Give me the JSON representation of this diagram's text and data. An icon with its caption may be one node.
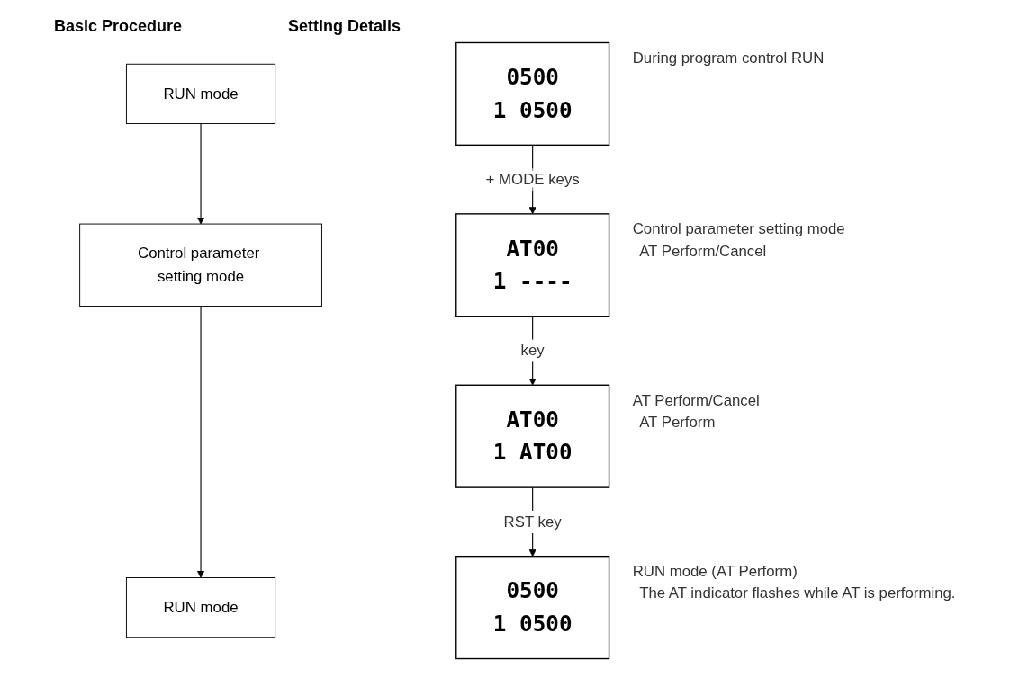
{
  "diagram": {
    "nodes": [
      {
        "text": [
          "RUN mode"
        ]
      },
      {
        "text": [
          "Control parameter setting mode"
        ]
      },
      {
        "text": [
          "RUN mode"
        ]
      },
      {
        "text": [
          "0500",
          "1 0500"
        ],
        "beside": [
          "During program control RUN"
        ]
      },
      {
        "text": [
          "AT00",
          "1 ----"
        ],
        "beside": [
          "Control parameter setting mode",
          "AT Perform/Cancel"
        ]
      },
      {
        "text": [
          "AT00",
          "1 AT00"
        ],
        "beside": [
          "AT Perform/Cancel",
          "AT Perform"
        ]
      },
      {
        "text": [
          "0500",
          "1 0500"
        ],
        "beside": [
          "RUN mode (AT Perform)",
          "The AT indicator flashes while AT is performing."
        ]
      }
    ],
    "edges": [
      {
        "from": 0,
        "to": 1,
        "arrow": "to"
      },
      {
        "from": 1,
        "to": 2,
        "arrow": "to"
      },
      {
        "from": 3,
        "to": 4,
        "arrow": "to",
        "label": "+ MODE keys"
      },
      {
        "from": 4,
        "to": 5,
        "arrow": "to",
        "label": "key"
      },
      {
        "from": 5,
        "to": 6,
        "arrow": "to",
        "label": "RST key"
      }
    ],
    "labels": [
      "Basic Procedure",
      "Setting Details"
    ]
  }
}
